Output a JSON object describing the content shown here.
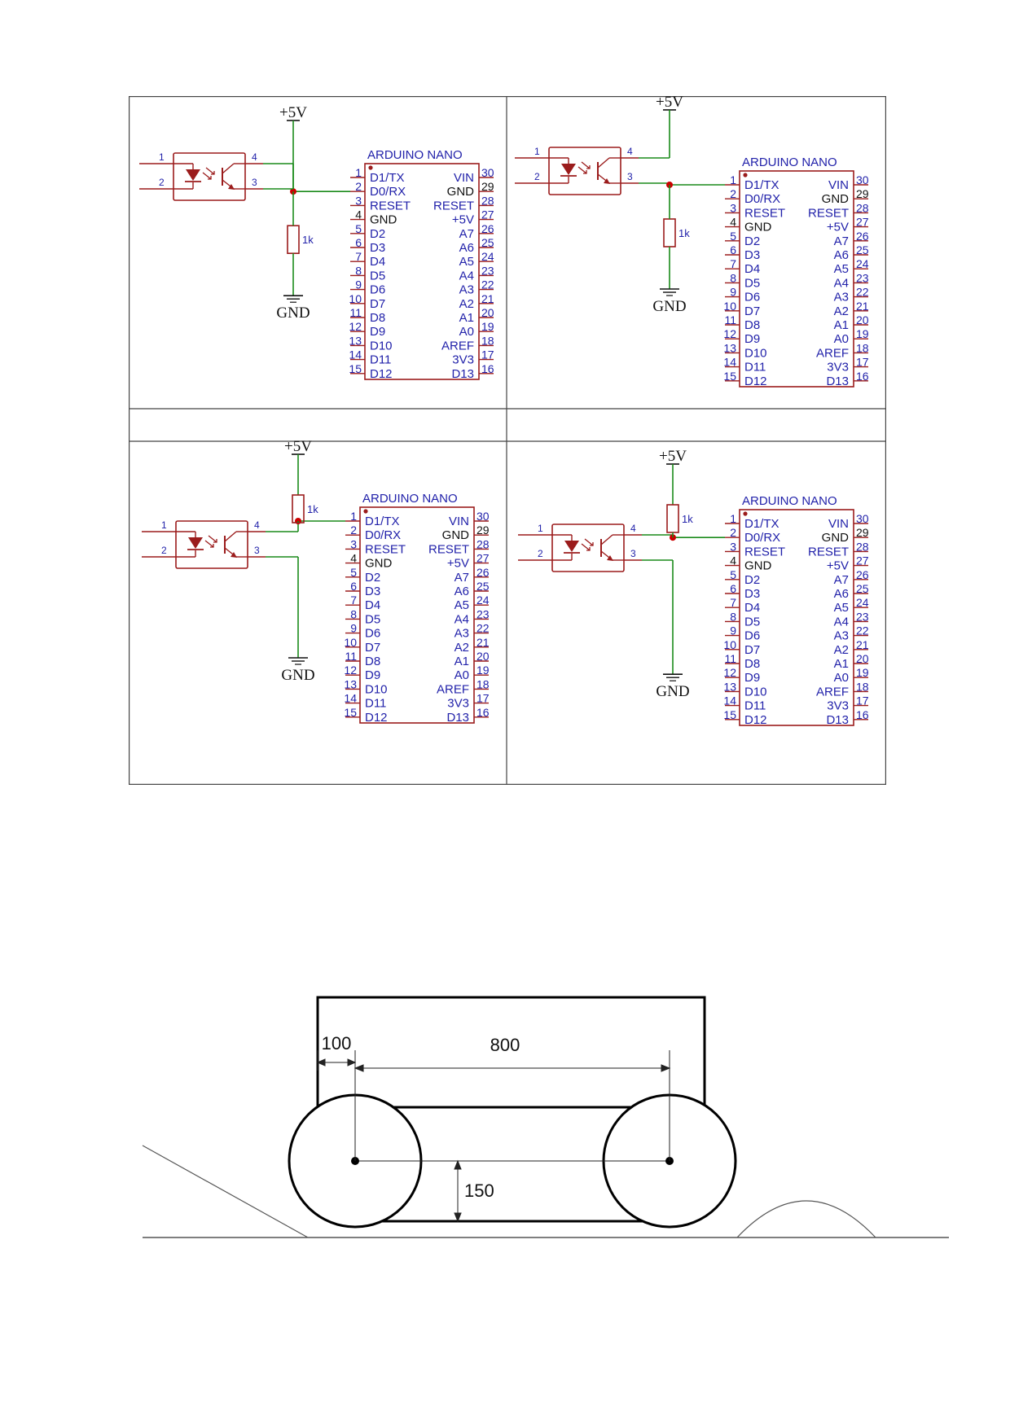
{
  "arduino": {
    "title": "ARDUINO  NANO",
    "left_pins": [
      {
        "num": "1",
        "label": "D1/TX"
      },
      {
        "num": "2",
        "label": "D0/RX"
      },
      {
        "num": "3",
        "label": "RESET"
      },
      {
        "num": "4",
        "label": "GND"
      },
      {
        "num": "5",
        "label": "D2"
      },
      {
        "num": "6",
        "label": "D3"
      },
      {
        "num": "7",
        "label": "D4"
      },
      {
        "num": "8",
        "label": "D5"
      },
      {
        "num": "9",
        "label": "D6"
      },
      {
        "num": "10",
        "label": "D7"
      },
      {
        "num": "11",
        "label": "D8"
      },
      {
        "num": "12",
        "label": "D9"
      },
      {
        "num": "13",
        "label": "D10"
      },
      {
        "num": "14",
        "label": "D11"
      },
      {
        "num": "15",
        "label": "D12"
      }
    ],
    "right_pins": [
      {
        "num": "30",
        "label": "VIN"
      },
      {
        "num": "29",
        "label": "GND"
      },
      {
        "num": "28",
        "label": "RESET"
      },
      {
        "num": "27",
        "label": "+5V"
      },
      {
        "num": "26",
        "label": "A7"
      },
      {
        "num": "25",
        "label": "A6"
      },
      {
        "num": "24",
        "label": "A5"
      },
      {
        "num": "23",
        "label": "A4"
      },
      {
        "num": "22",
        "label": "A3"
      },
      {
        "num": "21",
        "label": "A2"
      },
      {
        "num": "20",
        "label": "A1"
      },
      {
        "num": "19",
        "label": "A0"
      },
      {
        "num": "18",
        "label": "AREF"
      },
      {
        "num": "17",
        "label": "3V3"
      },
      {
        "num": "16",
        "label": "D13"
      }
    ]
  },
  "power_label": "+5V",
  "ground_label": "GND",
  "resistor_label": "1k",
  "opto_pins": [
    "1",
    "2",
    "3",
    "4"
  ],
  "circuits": [
    {
      "id": "circuit-1",
      "resistor": "pulldown",
      "output_pin": "4",
      "arduino_pin": "2"
    },
    {
      "id": "circuit-2",
      "resistor": "pulldown",
      "output_pin": "3",
      "arduino_pin": "1"
    },
    {
      "id": "circuit-3",
      "resistor": "pullup",
      "output_pin": "4",
      "arduino_pin": "1"
    },
    {
      "id": "circuit-4",
      "resistor": "pullup",
      "output_pin": "4",
      "arduino_pin": "2"
    }
  ],
  "vehicle": {
    "dim_offset": "100",
    "dim_wheelbase": "800",
    "dim_clearance": "150"
  },
  "colors": {
    "component": "#9b1c1c",
    "wire": "#1a8a1a",
    "pin_text": "#2222aa",
    "junction": "#cc0000"
  }
}
